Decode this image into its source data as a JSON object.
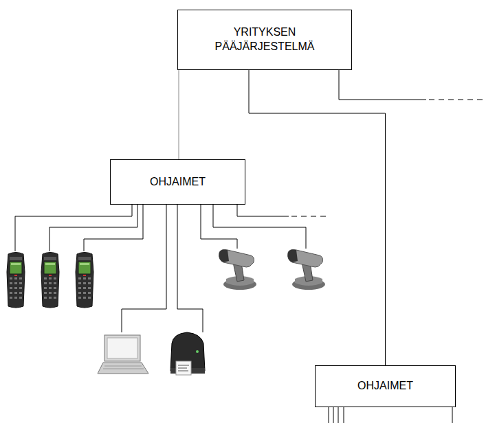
{
  "diagram": {
    "nodes": [
      {
        "text": [
          "YRITYKSEN PÄÄJÄRJESTELMÄ"
        ]
      },
      {
        "text": [
          "OHJAIMET"
        ]
      },
      {
        "text": [
          "OHJAIMET"
        ]
      }
    ],
    "edges": [
      {
        "from": 0,
        "to": 1,
        "arrow": "none"
      },
      {
        "from": 0,
        "to": 2,
        "arrow": "none"
      }
    ]
  }
}
